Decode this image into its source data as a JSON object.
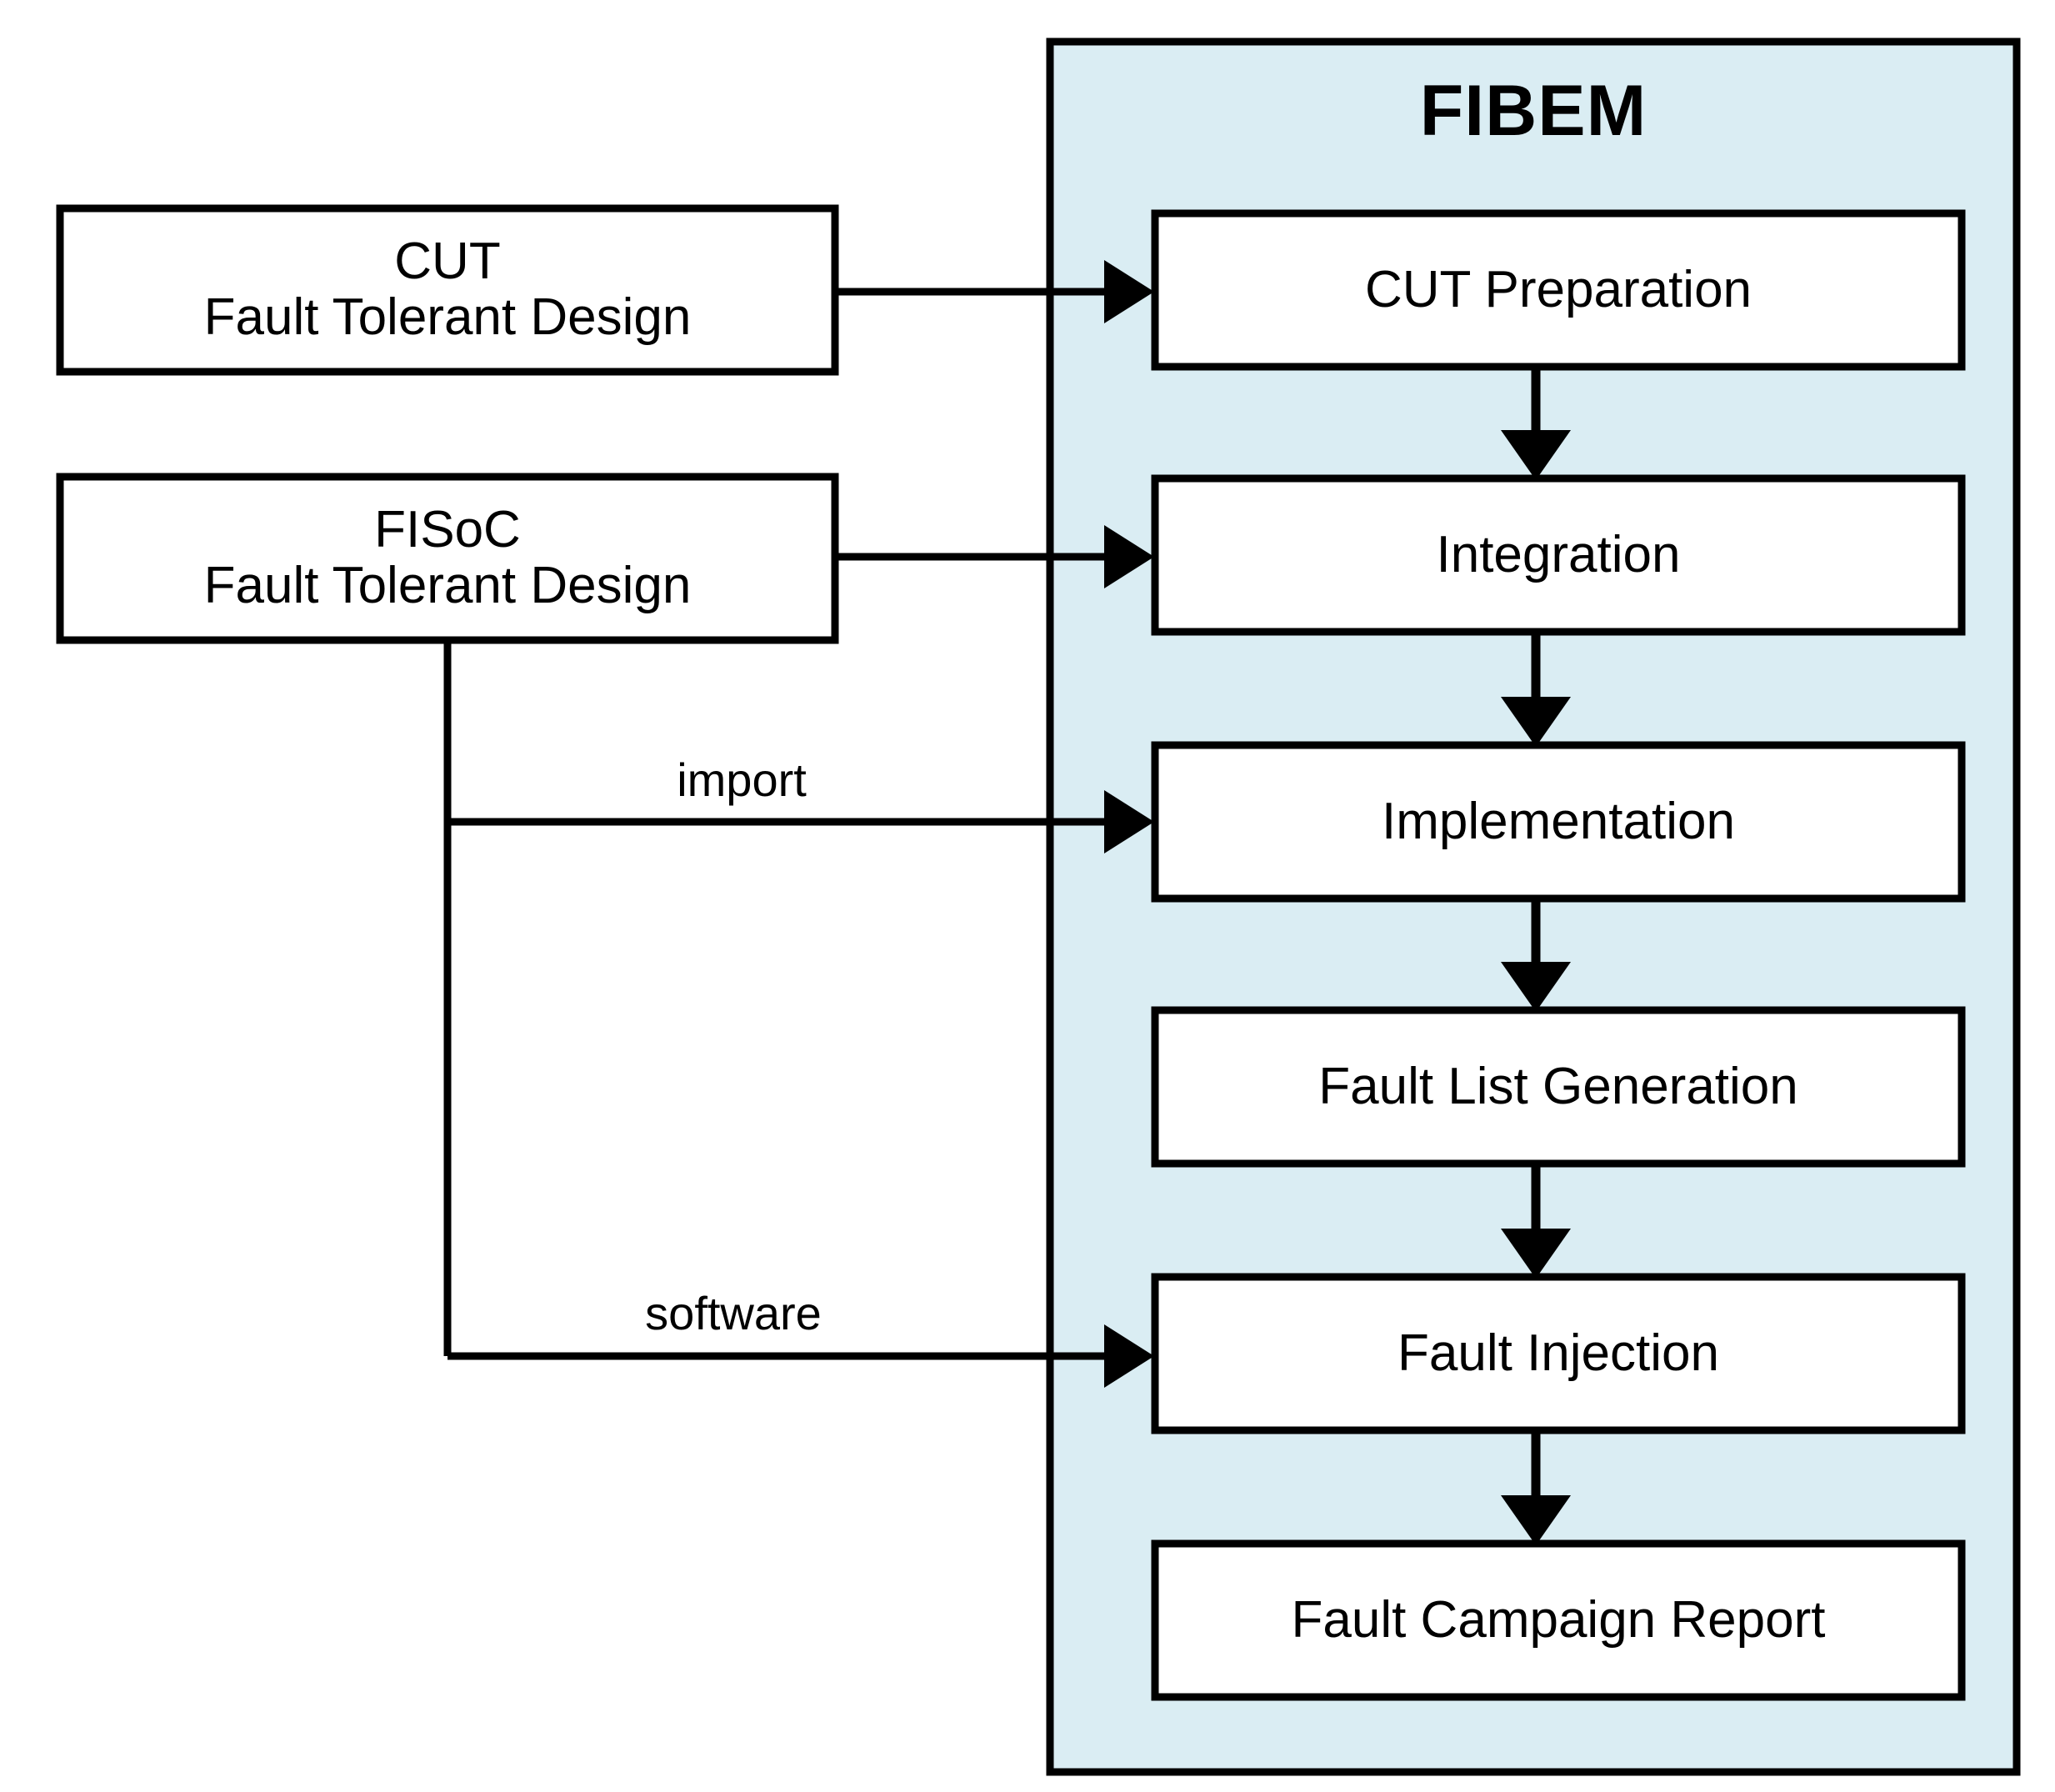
{
  "diagram": {
    "title_visible": "FIBEM",
    "background_color": "#ffffff",
    "panel_fill_color": "#daedf3",
    "stroke_color": "#000000",
    "node_fill_color": "#ffffff"
  },
  "panel": {
    "label": "FIBEM"
  },
  "external_nodes": [
    {
      "id": "cut-design",
      "line1": "CUT",
      "line2": "Fault Tolerant Design",
      "text": "CUT\nFault Tolerant Design"
    },
    {
      "id": "fisoc-design",
      "line1": "FISoC",
      "line2": "Fault Tolerant Design",
      "text": "FISoC\nFault Tolerant Design"
    }
  ],
  "process_nodes": [
    {
      "id": "cut-preparation",
      "label": "CUT Preparation"
    },
    {
      "id": "integration",
      "label": "Integration"
    },
    {
      "id": "implementation",
      "label": "Implementation"
    },
    {
      "id": "fault-list-generation",
      "label": "Fault List Generation"
    },
    {
      "id": "fault-injection",
      "label": "Fault Injection"
    },
    {
      "id": "fault-campaign-report",
      "label": "Fault Campaign Report"
    }
  ],
  "edge_labels": [
    {
      "id": "import",
      "label": "import"
    },
    {
      "id": "software",
      "label": "software"
    }
  ],
  "edges": [
    {
      "from": "cut-design",
      "to": "cut-preparation",
      "label": ""
    },
    {
      "from": "fisoc-design",
      "to": "integration",
      "label": ""
    },
    {
      "from": "fisoc-design",
      "to": "implementation",
      "label": "import"
    },
    {
      "from": "fisoc-design",
      "to": "fault-injection",
      "label": "software"
    },
    {
      "from": "cut-preparation",
      "to": "integration",
      "label": ""
    },
    {
      "from": "integration",
      "to": "implementation",
      "label": ""
    },
    {
      "from": "implementation",
      "to": "fault-list-generation",
      "label": ""
    },
    {
      "from": "fault-list-generation",
      "to": "fault-injection",
      "label": ""
    },
    {
      "from": "fault-injection",
      "to": "fault-campaign-report",
      "label": ""
    }
  ]
}
